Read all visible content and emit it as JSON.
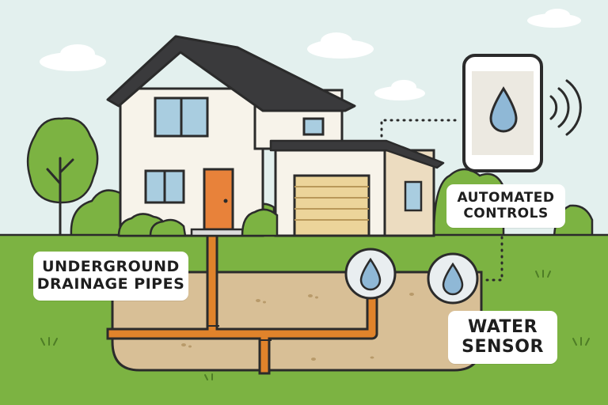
{
  "labels": {
    "drainage": {
      "line1": "UNDERGROUND",
      "line2": "DRAINAGE PIPES"
    },
    "controls": {
      "line1": "AUTOMATED",
      "line2": "CONTROLS"
    },
    "sensor": {
      "line1": "WATER",
      "line2": "SENSOR"
    }
  },
  "colors": {
    "sky": "#e3f0ee",
    "grass": "#7cb342",
    "soil": "#d8bf96",
    "pipe": "#e0832b",
    "roof": "#3a3a3c",
    "wall": "#f7f3ea",
    "door": "#e8823a",
    "garage_door": "#ecd49a",
    "water_drop": "#8fb8d6",
    "outline": "#2b2b2b"
  },
  "icons": [
    "tree-icon",
    "house-icon",
    "garage-icon",
    "smartphone-icon",
    "water-drop-icon",
    "wireless-signal-icon",
    "sensor-icon"
  ]
}
